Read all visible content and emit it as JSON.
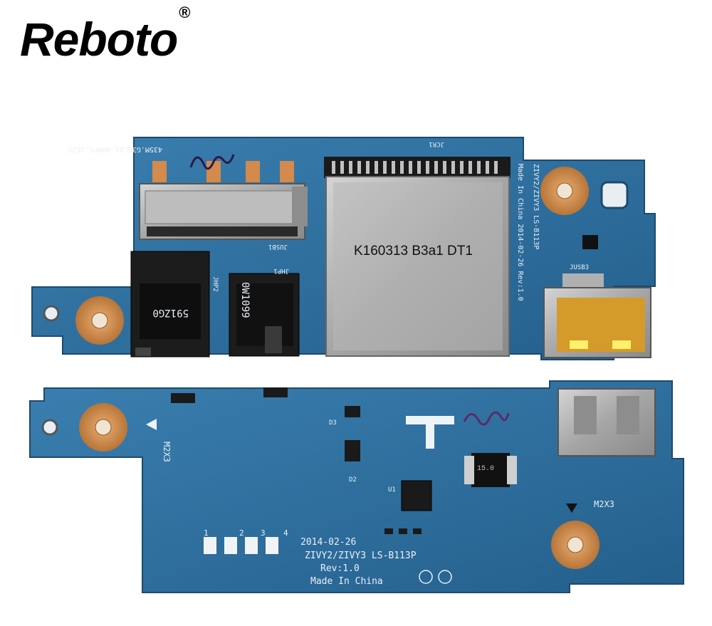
{
  "brand": {
    "name": "Reboto",
    "mark": "®"
  },
  "top_board": {
    "connector_label": "435M.G38L01   4DMFG.1625",
    "jusb1": "JUSB1",
    "jcr1": "JCR1",
    "jhp1": "JHP1",
    "jhp2": "JHP2",
    "jusb3": "JUSB3",
    "card_marking": "K160313 B3a1 DT1",
    "jack1_code": "591ZG0",
    "jack2_code": "0W1099",
    "vertical_text_1": "ZIVY2/ZIVY3 LS-B113P",
    "vertical_text_2": "Made In China 2014-02-26 Rev:1.0"
  },
  "bottom_board": {
    "date": "2014-02-26",
    "model": "ZIVY2/ZIVY3 LS-B113P",
    "rev": "Rev:1.0",
    "origin": "Made In China",
    "screw_label_left": "M2X3",
    "screw_label_right": "M2X3",
    "pad_numbers": [
      "1",
      "2",
      "3",
      "4"
    ],
    "ic_label": "U1",
    "diode_labels": [
      "D2",
      "D3"
    ],
    "diode_chip": "15.0"
  },
  "colors": {
    "pcb": "#2f6f9d",
    "pcb_dark": "#245a82",
    "copper": "#c98a4a",
    "metal": "#a9a9a9"
  }
}
